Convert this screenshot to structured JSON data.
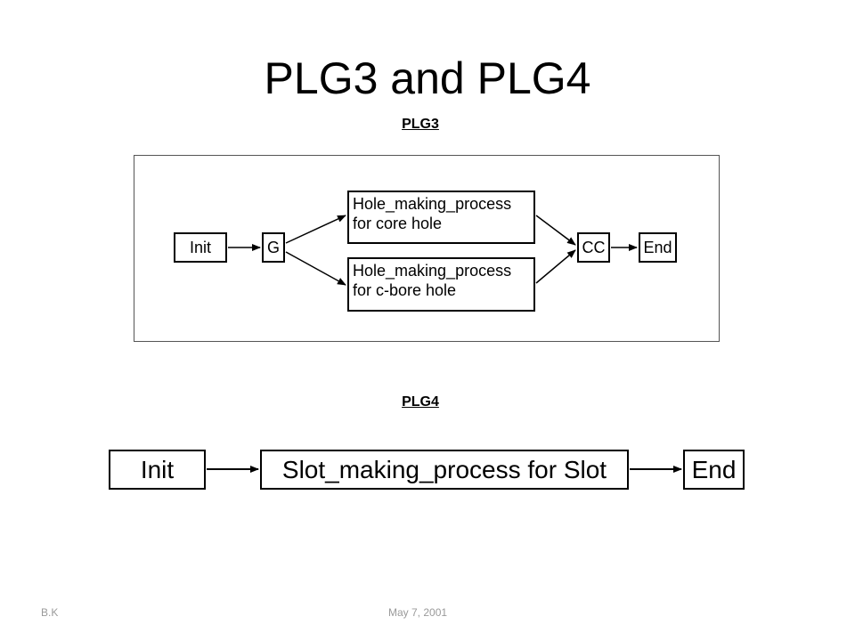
{
  "slide": {
    "title": "PLG3 and PLG4"
  },
  "plg3": {
    "label": "PLG3",
    "nodes": {
      "init": "Init",
      "g": "G",
      "hole_core_line1": "Hole_making_process",
      "hole_core_line2": "for core hole",
      "hole_cbore_line1": "Hole_making_process",
      "hole_cbore_line2": "for c-bore hole",
      "cc": "CC",
      "end": "End"
    }
  },
  "plg4": {
    "label": "PLG4",
    "nodes": {
      "init": "Init",
      "slot": "Slot_making_process for Slot",
      "end": "End"
    }
  },
  "footer": {
    "author": "B.K",
    "date": "May 7, 2001"
  }
}
